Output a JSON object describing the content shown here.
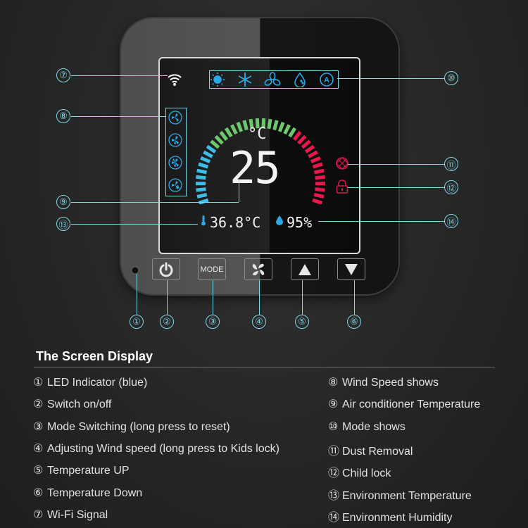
{
  "device": {
    "screen": {
      "setpoint_temperature": "25",
      "setpoint_unit": "°C",
      "environment_temperature": "36.8°C",
      "environment_humidity": "95%",
      "mode_icons": [
        "sun-icon",
        "snowflake-icon",
        "fan-icon",
        "drop-icon",
        "auto-icon"
      ],
      "auto_label": "A",
      "wind_speed_icons": [
        "fan-low-icon",
        "fan-medium-icon",
        "fan-high-icon",
        "fan-auto-icon"
      ],
      "status_icons": [
        "dust-removal-icon",
        "child-lock-icon"
      ]
    },
    "buttons": {
      "power": "⏻",
      "mode": "MODE",
      "fan": "✇",
      "up": "▲",
      "down": "▼"
    }
  },
  "callouts": [
    "①",
    "②",
    "③",
    "④",
    "⑤",
    "⑥",
    "⑦",
    "⑧",
    "⑨",
    "⑩",
    "⑪",
    "⑫",
    "⑬",
    "⑭"
  ],
  "colors": {
    "callout": "#7fd8e6",
    "cool": "#3dbde6",
    "mid": "#6cc86a",
    "hot": "#e8174c",
    "lock": "#d2184a"
  },
  "section": {
    "title": "The Screen Display",
    "left": [
      {
        "n": "①",
        "text": "LED Indicator (blue)"
      },
      {
        "n": "②",
        "text": "Switch on/off"
      },
      {
        "n": "③",
        "text": "Mode Switching (long press to reset)"
      },
      {
        "n": "④",
        "text": "Adjusting Wind speed (long press to Kids lock)"
      },
      {
        "n": "⑤",
        "text": "Temperature UP"
      },
      {
        "n": "⑥",
        "text": "Temperature Down"
      },
      {
        "n": "⑦",
        "text": "Wi-Fi Signal"
      }
    ],
    "right": [
      {
        "n": "⑧",
        "text": "Wind Speed shows"
      },
      {
        "n": "⑨",
        "text": "Air conditioner Temperature"
      },
      {
        "n": "⑩",
        "text": "Mode shows"
      },
      {
        "n": "⑪",
        "text": "Dust Removal"
      },
      {
        "n": "⑫",
        "text": "Child lock"
      },
      {
        "n": "⑬",
        "text": "Environment Temperature"
      },
      {
        "n": "⑭",
        "text": "Environment Humidity"
      }
    ]
  }
}
